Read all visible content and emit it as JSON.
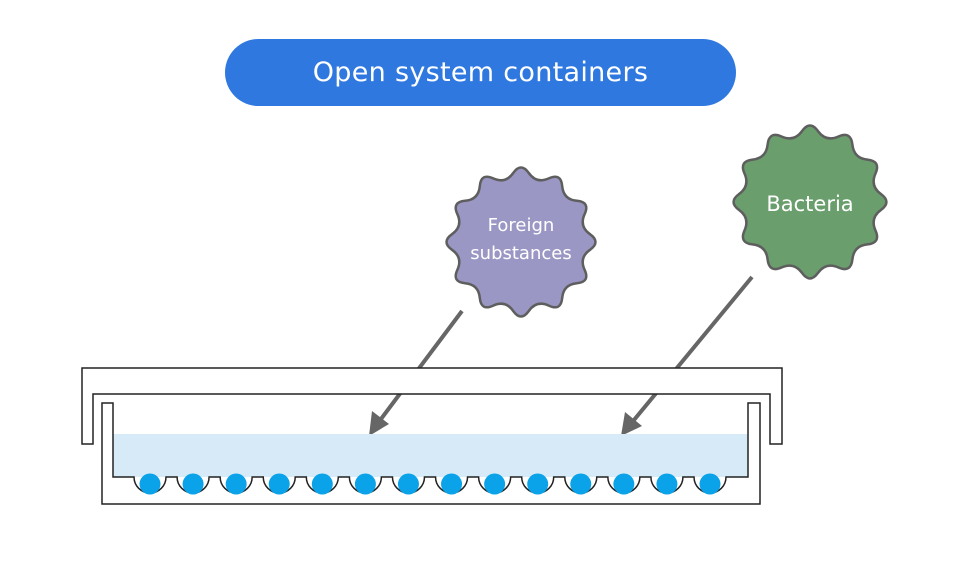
{
  "title": "Open system containers",
  "colors": {
    "title_background": "#2f78e0",
    "foreign_substances_fill": "#9a97c4",
    "bacteria_fill": "#6a9e6d",
    "star_outline": "#5e5e5e",
    "arrow": "#666666",
    "water": "#d6eaf7",
    "cell_ball": "#0aa2e8",
    "container_outline": "#222222"
  },
  "contaminants": [
    {
      "id": "foreign-substances",
      "label_lines": [
        "Foreign",
        "substances"
      ]
    },
    {
      "id": "bacteria",
      "label_lines": [
        "Bacteria"
      ]
    }
  ],
  "container": {
    "well_count": 14
  }
}
